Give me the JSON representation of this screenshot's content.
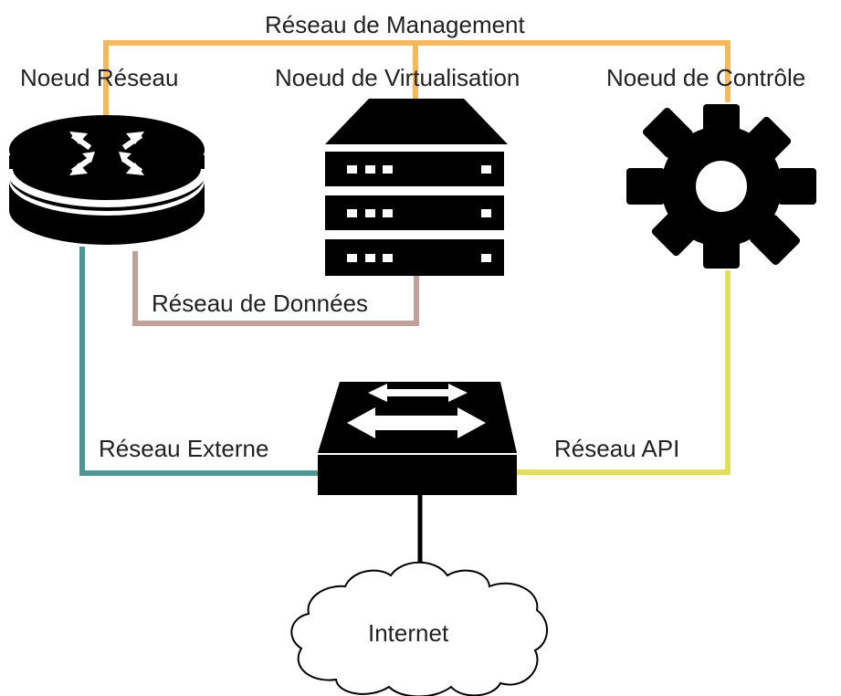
{
  "networks": {
    "management": {
      "label": "Réseau de Management",
      "color": "#F4B85F"
    },
    "data": {
      "label": "Réseau de Données",
      "color": "#BFA09A"
    },
    "external": {
      "label": "Réseau Externe",
      "color": "#4E9596"
    },
    "api": {
      "label": "Réseau API",
      "color": "#E2DF5C"
    },
    "internet_link": {
      "color": "#000000"
    }
  },
  "nodes": {
    "network_node": {
      "label": "Noeud Réseau",
      "icon": "router-icon"
    },
    "virtualization_node": {
      "label": "Noeud de Virtualisation",
      "icon": "server-rack-icon"
    },
    "control_node": {
      "label": "Noeud de Contrôle",
      "icon": "gear-icon"
    },
    "switch": {
      "icon": "switch-icon"
    },
    "internet": {
      "label": "Internet",
      "icon": "cloud-icon"
    }
  }
}
